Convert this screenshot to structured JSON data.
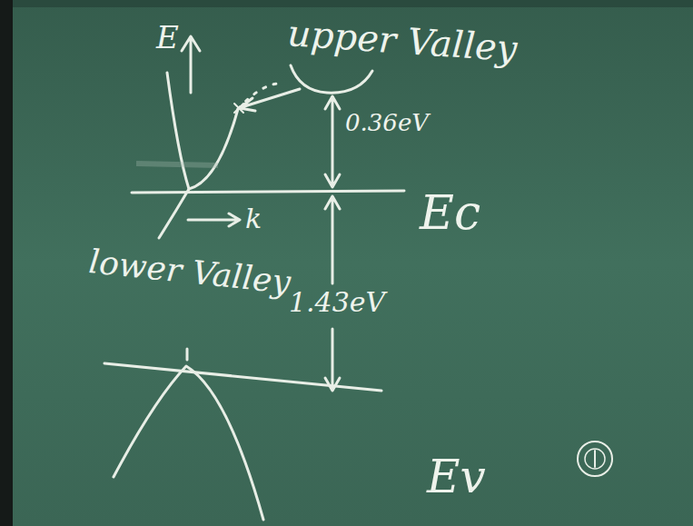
{
  "diagram": {
    "labels": [
      "E",
      "upper Valley",
      "0.36eV",
      "Ec",
      "k",
      "lower Valley",
      "1.43eV",
      "Ev"
    ]
  }
}
